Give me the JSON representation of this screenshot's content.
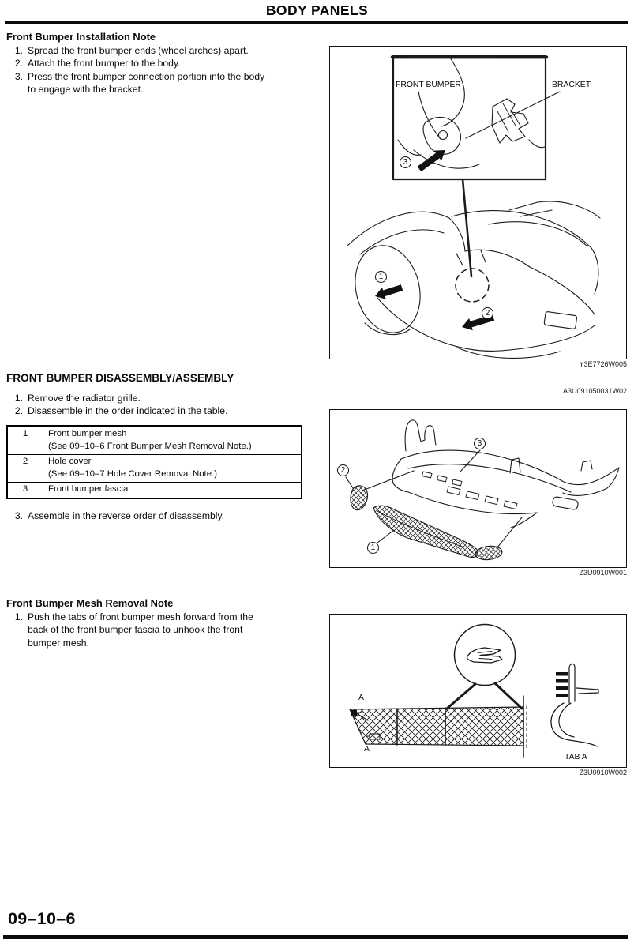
{
  "header": {
    "title": "BODY PANELS"
  },
  "page_number": "09–10–6",
  "sections": {
    "installation": {
      "heading": "Front Bumper Installation Note",
      "steps": [
        {
          "num": "1.",
          "text": "Spread the front bumper ends (wheel arches) apart."
        },
        {
          "num": "2.",
          "text": "Attach the front bumper to the body."
        },
        {
          "num": "3.",
          "text": "Press the front bumper connection portion into the body to engage with the bracket."
        }
      ]
    },
    "disassembly": {
      "heading": "FRONT BUMPER DISASSEMBLY/ASSEMBLY",
      "doc_code": "A3U091050031W02",
      "steps_before": [
        {
          "num": "1.",
          "text": "Remove the radiator grille."
        },
        {
          "num": "2.",
          "text": "Disassemble in the order indicated in the table."
        }
      ],
      "table": {
        "rows": [
          {
            "no": "1",
            "name": "Front bumper mesh",
            "note": "(See 09–10–6 Front Bumper Mesh Removal Note.)"
          },
          {
            "no": "2",
            "name": "Hole cover",
            "note": "(See 09–10–7 Hole Cover Removal Note.)"
          },
          {
            "no": "3",
            "name": "Front bumper fascia",
            "note": ""
          }
        ]
      },
      "steps_after": [
        {
          "num": "3.",
          "text": "Assemble in the reverse order of disassembly."
        }
      ]
    },
    "mesh_removal": {
      "heading": "Front Bumper Mesh Removal Note",
      "steps": [
        {
          "num": "1.",
          "text": "Push the tabs of front bumper mesh forward from the back of the front bumper fascia to unhook the front bumper mesh."
        }
      ]
    }
  },
  "figures": {
    "installation": {
      "code": "Y3E7726W005",
      "labels": {
        "front_bumper": "FRONT BUMPER",
        "bracket": "BRACKET"
      },
      "callouts": {
        "c1": "1",
        "c2": "2",
        "c3": "3"
      }
    },
    "exploded": {
      "code": "Z3U0910W001",
      "callouts": {
        "c1": "1",
        "c2": "2",
        "c3": "3"
      }
    },
    "mesh": {
      "code": "Z3U0910W002",
      "labels": {
        "tab": "TAB A",
        "a_top": "A",
        "a_bottom": "A"
      }
    }
  },
  "colors": {
    "ink": "#0a0a0a",
    "paper": "#ffffff"
  }
}
